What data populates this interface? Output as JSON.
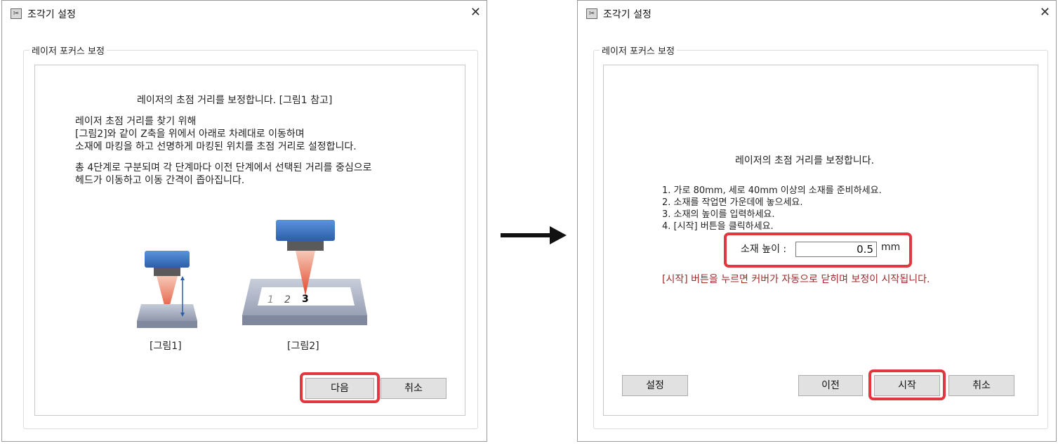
{
  "left_dialog": {
    "title": "조각기 설정",
    "group_title": "레이저 포커스 보정",
    "heading": "레이저의 초점 거리를 보정합니다. [그림1 참고]",
    "para1": [
      "레이저 초점 거리를 찾기 위해",
      "[그림2]와 같이 Z축을 위에서 아래로 차례대로 이동하며",
      "소재에 마킹을 하고 선명하게 마킹된 위치를 초점 거리로 설정합니다."
    ],
    "para2": [
      "총 4단계로 구분되며 각 단계마다 이전 단계에서 선택된 거리를 중심으로",
      "헤드가 이동하고 이동 간격이 좁아집니다."
    ],
    "figure1_caption": "[그림1]",
    "figure2_caption": "[그림2]",
    "figure2_steps": [
      "1",
      "2",
      "3"
    ],
    "next_button": "다음",
    "cancel_button": "취소"
  },
  "right_dialog": {
    "title": "조각기 설정",
    "group_title": "레이저 포커스 보정",
    "heading": "레이저의 초점 거리를 보정합니다.",
    "steps": [
      "1. 가로 80mm, 세로 40mm 이상의 소재를 준비하세요.",
      "2. 소재를 작업면 가운데에 놓으세요.",
      "3. 소재의 높이를 입력하세요.",
      "4. [시작] 버튼을 클릭하세요."
    ],
    "height_label": "소재 높이 :",
    "height_value": "0.5",
    "height_unit": "mm",
    "warning": "[시작] 버튼을 누르면 커버가 자동으로 닫히며 보정이 시작됩니다.",
    "settings_button": "설정",
    "prev_button": "이전",
    "start_button": "시작",
    "cancel_button": "취소"
  },
  "colors": {
    "highlight": "#e0383e",
    "warning_text": "#9e2a2a",
    "laser_head": "#3f78c8"
  }
}
